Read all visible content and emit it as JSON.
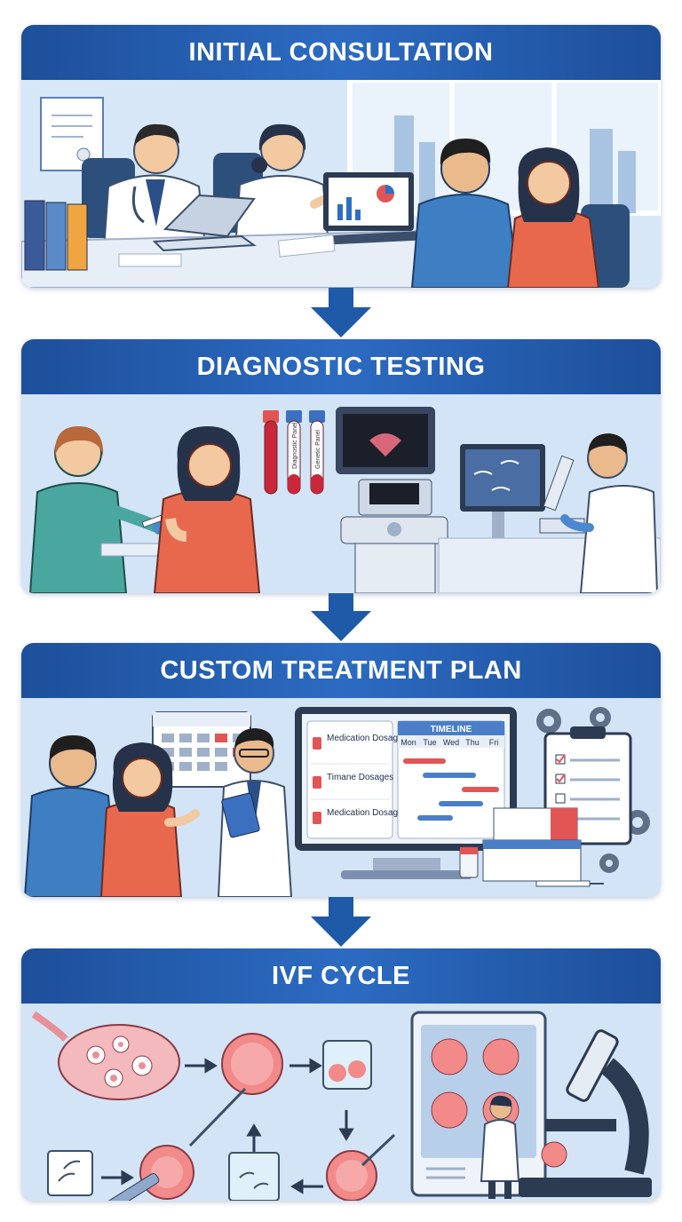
{
  "steps": [
    {
      "title": "INITIAL CONSULTATION"
    },
    {
      "title": "DIAGNOSTIC TESTING"
    },
    {
      "title": "CUSTOM TREATMENT PLAN",
      "medication_card": {
        "items": [
          "Medication Dosages",
          "Timane Dosages",
          "Medication Dosage"
        ]
      },
      "timeline": {
        "title": "TIMELINE",
        "days": [
          "Mon",
          "Tue",
          "Wed",
          "Thu",
          "Fri"
        ]
      }
    },
    {
      "title": "IVF CYCLE"
    }
  ],
  "tube_labels": [
    "Diagnostic Panel",
    "Genetic Panel"
  ],
  "colors": {
    "header": "#1d4f9a",
    "accent_red": "#e25555",
    "scene_bg": "#c9ddf2",
    "arrow": "#1e5aa8"
  }
}
